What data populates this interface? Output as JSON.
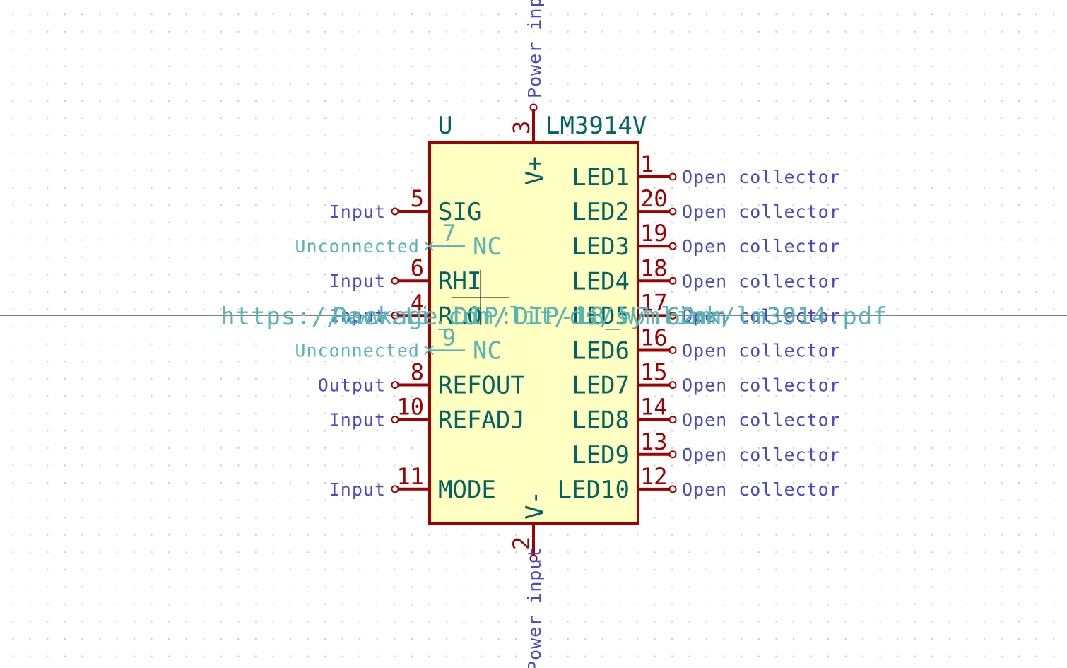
{
  "symbol": {
    "reference": "U",
    "value": "LM3914V",
    "footprint_text": "Package_DIP:DIP-18_W7.62mm",
    "datasheet_text": "https://www.ti.com/lit/ds/symlink/lm3914.pdf"
  },
  "left_pins": [
    {
      "num": "5",
      "name": "SIG",
      "etype": "Input",
      "nc": false
    },
    {
      "num": "7",
      "name": "NC",
      "etype": "Unconnected",
      "nc": true
    },
    {
      "num": "6",
      "name": "RHI",
      "etype": "Input",
      "nc": false
    },
    {
      "num": "4",
      "name": "RLO",
      "etype": "Input",
      "nc": false
    },
    {
      "num": "9",
      "name": "NC",
      "etype": "Unconnected",
      "nc": true
    },
    {
      "num": "8",
      "name": "REFOUT",
      "etype": "Output",
      "nc": false
    },
    {
      "num": "10",
      "name": "REFADJ",
      "etype": "Input",
      "nc": false
    },
    {
      "num": "11",
      "name": "MODE",
      "etype": "Input",
      "nc": false
    }
  ],
  "right_pins": [
    {
      "num": "1",
      "name": "LED1",
      "etype": "Open collector"
    },
    {
      "num": "20",
      "name": "LED2",
      "etype": "Open collector"
    },
    {
      "num": "19",
      "name": "LED3",
      "etype": "Open collector"
    },
    {
      "num": "18",
      "name": "LED4",
      "etype": "Open collector"
    },
    {
      "num": "17",
      "name": "LED5",
      "etype": "Open collector"
    },
    {
      "num": "16",
      "name": "LED6",
      "etype": "Open collector"
    },
    {
      "num": "15",
      "name": "LED7",
      "etype": "Open collector"
    },
    {
      "num": "14",
      "name": "LED8",
      "etype": "Open collector"
    },
    {
      "num": "13",
      "name": "LED9",
      "etype": "Open collector"
    },
    {
      "num": "12",
      "name": "LED10",
      "etype": "Open collector"
    }
  ],
  "top_pin": {
    "num": "3",
    "name": "V+",
    "etype": "Power input"
  },
  "bottom_pin": {
    "num": "2",
    "name": "V-",
    "etype": "Power input"
  },
  "colors": {
    "body_fill": "#ffffc2",
    "outline": "#a00000",
    "pin_name": "#006464",
    "pin_number": "#a00000",
    "electrical_type": "#4848c8",
    "field_text": "#5ab4b4",
    "crosshair": "#000000"
  }
}
